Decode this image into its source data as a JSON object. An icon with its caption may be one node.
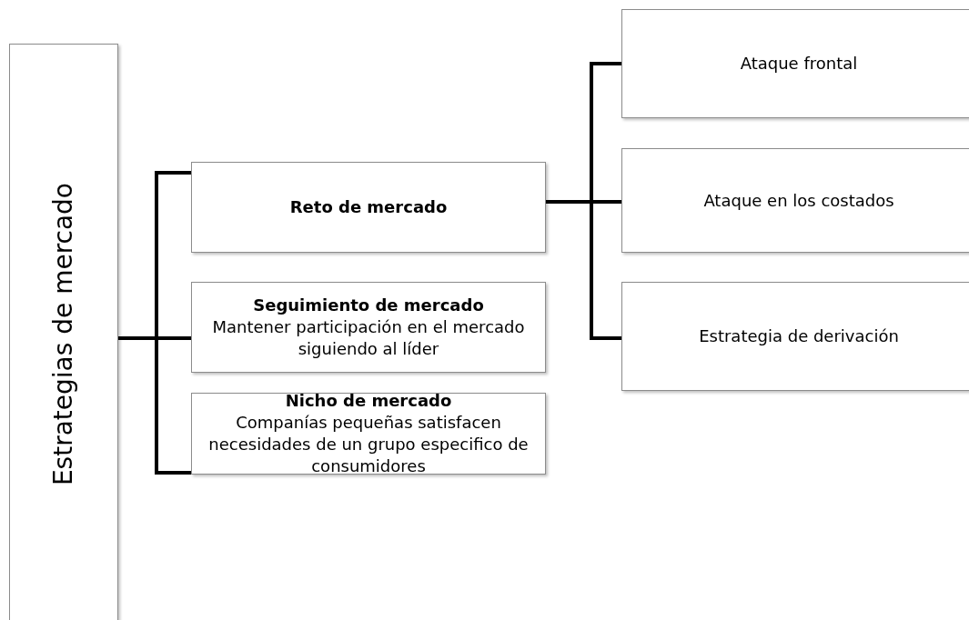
{
  "diagram": {
    "nodes": [
      {
        "text": [
          "Estrategias de mercado"
        ]
      },
      {
        "text": [
          "Reto de mercado"
        ]
      },
      {
        "text": [
          "Seguimiento de mercado",
          "Mantener participación en el mercado siguiendo al líder"
        ]
      },
      {
        "text": [
          "Nicho de mercado",
          "Companías pequeñas satisfacen necesidades de un grupo especifico de consumidores"
        ]
      },
      {
        "text": [
          "Ataque frontal"
        ]
      },
      {
        "text": [
          "Ataque en los costados"
        ]
      },
      {
        "text": [
          "Estrategia de derivación"
        ]
      }
    ],
    "edges": [
      {
        "from": 0,
        "to": 1,
        "arrow": "none"
      },
      {
        "from": 0,
        "to": 2,
        "arrow": "none"
      },
      {
        "from": 0,
        "to": 3,
        "arrow": "none"
      },
      {
        "from": 1,
        "to": 4,
        "arrow": "none"
      },
      {
        "from": 1,
        "to": 5,
        "arrow": "none"
      },
      {
        "from": 1,
        "to": 6,
        "arrow": "none"
      }
    ]
  }
}
